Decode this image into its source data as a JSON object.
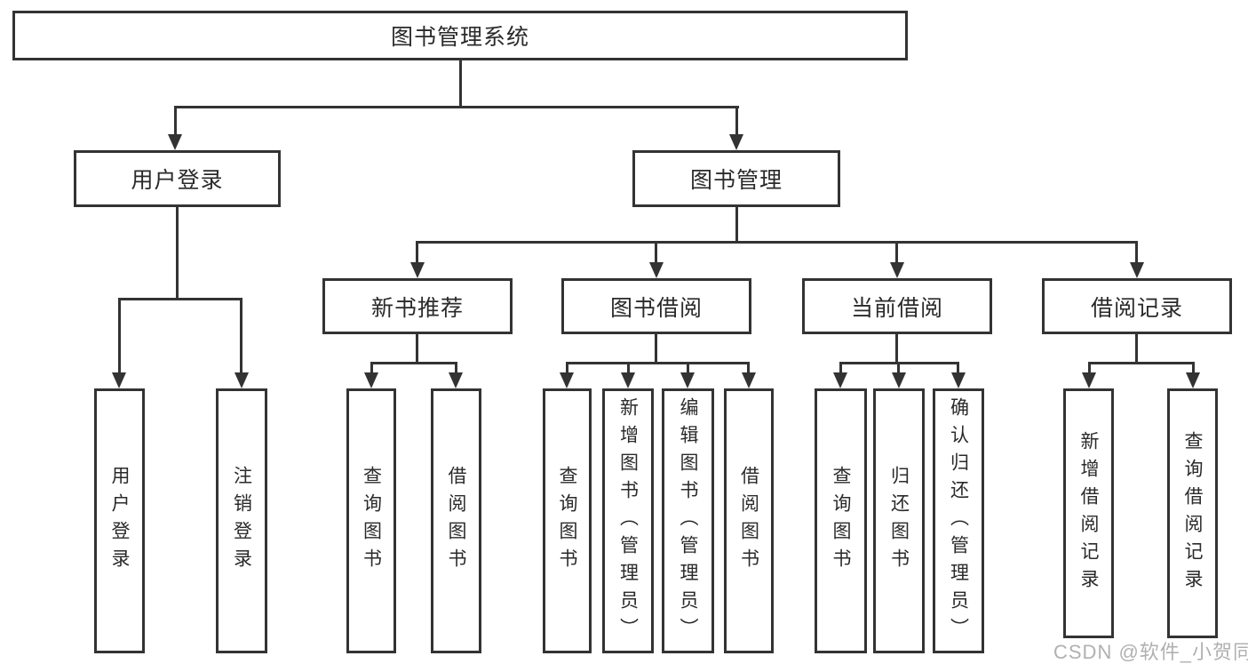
{
  "tree": {
    "label": "图书管理系统",
    "children": [
      {
        "label": "用户登录",
        "children": [
          {
            "label": "用户登录"
          },
          {
            "label": "注销登录"
          }
        ]
      },
      {
        "label": "图书管理",
        "children": [
          {
            "label": "新书推荐",
            "children": [
              {
                "label": "查询图书"
              },
              {
                "label": "借阅图书"
              }
            ]
          },
          {
            "label": "图书借阅",
            "children": [
              {
                "label": "查询图书"
              },
              {
                "label": "新增图书（管理员）"
              },
              {
                "label": "编辑图书（管理员）"
              },
              {
                "label": "借阅图书"
              }
            ]
          },
          {
            "label": "当前借阅",
            "children": [
              {
                "label": "查询图书"
              },
              {
                "label": "归还图书"
              },
              {
                "label": "确认归还（管理员）"
              }
            ]
          },
          {
            "label": "借阅记录",
            "children": [
              {
                "label": "新增借阅记录"
              },
              {
                "label": "查询借阅记录"
              }
            ]
          }
        ]
      }
    ]
  },
  "watermark": {
    "text": "CSDN @软件_小贺同学"
  },
  "colors": {
    "line": "#333333",
    "text": "#2a2a2a",
    "background": "#ffffff",
    "watermark": "#b0b0b0"
  }
}
